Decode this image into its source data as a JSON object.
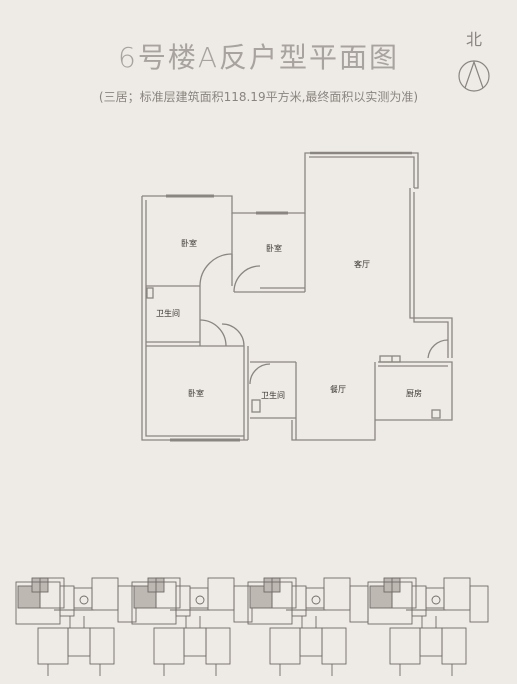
{
  "title": "6号楼A反户型平面图",
  "subtitle": "(三居；标准层建筑面积118.19平方米,最终面积以实测为准)",
  "compass": {
    "label": "北"
  },
  "rooms": [
    {
      "id": "bedroom_1",
      "label": "卧室"
    },
    {
      "id": "bedroom_2",
      "label": "卧室"
    },
    {
      "id": "living_room",
      "label": "客厅"
    },
    {
      "id": "bathroom_1",
      "label": "卫生间"
    },
    {
      "id": "bedroom_3",
      "label": "卧室"
    },
    {
      "id": "bathroom_2",
      "label": "卫生间"
    },
    {
      "id": "dining_room",
      "label": "餐厅"
    },
    {
      "id": "kitchen",
      "label": "厨房"
    }
  ],
  "colors": {
    "wall": "#8a8580",
    "text": "#3a3530",
    "highlight": "#bdb8b2"
  }
}
